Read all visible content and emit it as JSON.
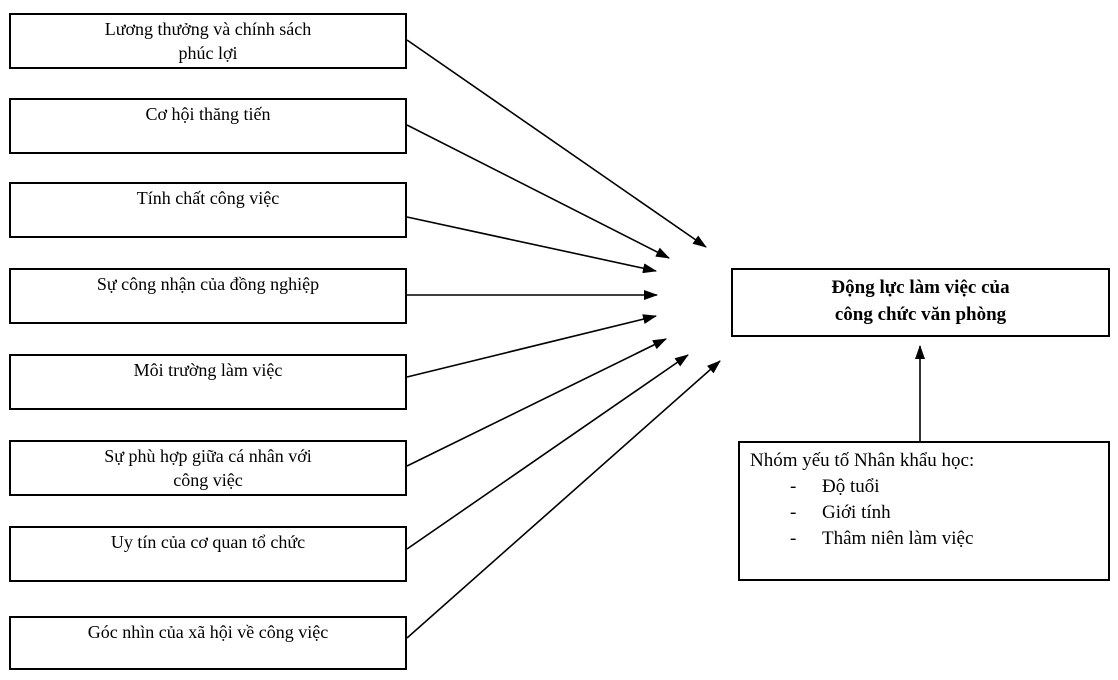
{
  "factors": [
    {
      "lines": [
        "Lương thưởng và chính sách",
        "phúc lợi"
      ]
    },
    {
      "lines": [
        "Cơ hội thăng tiến"
      ]
    },
    {
      "lines": [
        "Tính chất công việc"
      ]
    },
    {
      "lines": [
        "Sự công nhận của đồng nghiệp"
      ]
    },
    {
      "lines": [
        "Môi trường làm việc"
      ]
    },
    {
      "lines": [
        "Sự phù hợp giữa cá nhân với",
        "công việc"
      ]
    },
    {
      "lines": [
        "Uy tín của cơ quan tổ chức"
      ]
    },
    {
      "lines": [
        "Góc nhìn của xã hội về công việc"
      ]
    }
  ],
  "target": {
    "lines": [
      "Động lực làm việc của",
      "công chức văn phòng"
    ]
  },
  "demographics": {
    "title": "Nhóm yếu tố Nhân khẩu học:",
    "bullet": "-",
    "items": [
      "Độ tuổi",
      "Giới tính",
      "Thâm niên làm việc"
    ]
  }
}
